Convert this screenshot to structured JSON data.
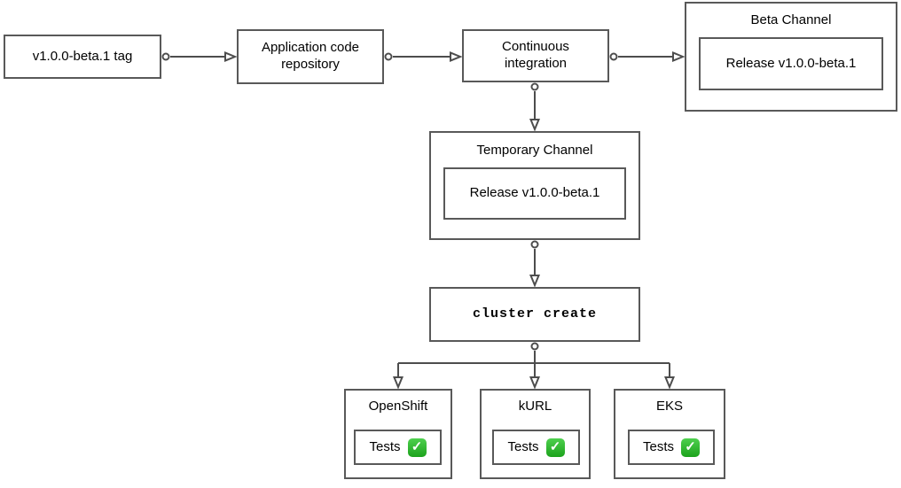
{
  "diagram": {
    "title_hint": "Beta release pipeline flowchart",
    "nodes": {
      "tag": {
        "label": "v1.0.0-beta.1 tag"
      },
      "repo": {
        "label": "Application code repository"
      },
      "ci": {
        "label": "Continuous integration"
      },
      "beta": {
        "title": "Beta Channel",
        "release": "Release v1.0.0-beta.1"
      },
      "temp": {
        "title": "Temporary Channel",
        "release": "Release v1.0.0-beta.1"
      },
      "cluster": {
        "label": "cluster create"
      },
      "platforms": [
        {
          "title": "OpenShift",
          "tests_label": "Tests",
          "status_icon": "check-mark-button"
        },
        {
          "title": "kURL",
          "tests_label": "Tests",
          "status_icon": "check-mark-button"
        },
        {
          "title": "EKS",
          "tests_label": "Tests",
          "status_icon": "check-mark-button"
        }
      ]
    },
    "icons": {
      "check_glyph": "✓"
    },
    "colors": {
      "border": "#595959",
      "arrow": "#4d4d4d",
      "check_green": "#1ca21c",
      "check_light": "#4ed04e",
      "text": "#000000",
      "bg": "#ffffff"
    }
  }
}
